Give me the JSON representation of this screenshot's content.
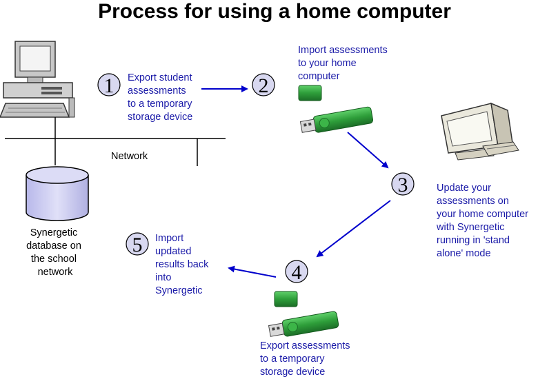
{
  "title": "Process for using a home computer",
  "network_label": "Network",
  "database_label": [
    "Synergetic",
    "database on",
    "the school",
    "network"
  ],
  "steps": [
    {
      "number": "1",
      "text": [
        "Export student",
        "assessments",
        "to a temporary",
        "storage device"
      ]
    },
    {
      "number": "2",
      "text": [
        "Import assessments",
        "to your home",
        "computer"
      ]
    },
    {
      "number": "3",
      "text": [
        "Update your",
        "assessments on",
        "your home computer",
        "with Synergetic",
        "running in 'stand",
        "alone' mode"
      ]
    },
    {
      "number": "4",
      "text": [
        "Export assessments",
        "to a temporary",
        "storage device"
      ]
    },
    {
      "number": "5",
      "text": [
        "Import",
        "updated",
        "results back",
        "into",
        "Synergetic"
      ]
    }
  ],
  "icons": {
    "school_computer": "desktop-computer-icon",
    "database": "database-cylinder-icon",
    "usb_top": "usb-drive-icon",
    "usb_bottom": "usb-drive-icon",
    "home_computer": "home-computer-icon"
  },
  "colors": {
    "step_text": "#1a1aa8",
    "arrow": "#0000cc",
    "circle_fill": "#d8d8f0",
    "usb_green": "#2e9e3a",
    "database_fill": "#cfcff2"
  }
}
